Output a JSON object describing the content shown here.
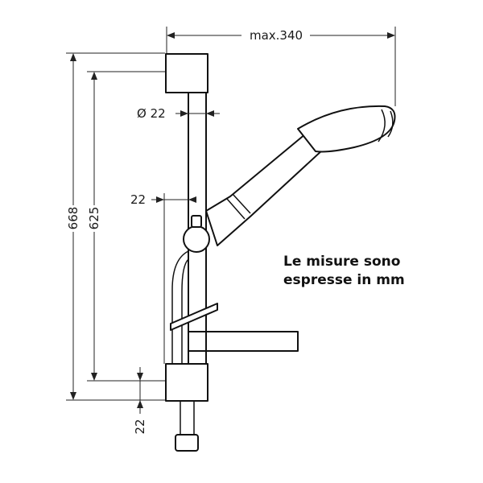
{
  "diagram": {
    "dimensions": {
      "max_reach": "max.340",
      "bar_diameter": "Ø 22",
      "offset_top": "22",
      "height_total": "668",
      "height_holders": "625",
      "offset_bottom": "22"
    },
    "note": {
      "line1": "Le misure sono",
      "line2": "espresse in mm"
    }
  }
}
